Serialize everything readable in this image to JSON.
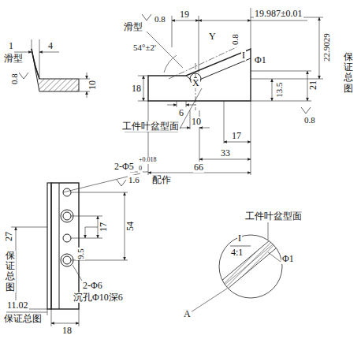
{
  "diagram": {
    "labels": [
      "1",
      "4",
      "滑型",
      "0.8",
      "10",
      "滑型",
      "0.8",
      "54°±2'",
      "19",
      "19.987±0.01",
      "Y",
      "0.8",
      "I",
      "Φ1",
      "22.9029",
      "保证总图",
      "X",
      "18",
      "6",
      "13.5",
      "21",
      "0.8",
      "工件叶盆型面",
      "10",
      "17",
      "33",
      "66",
      "2-Φ5",
      "+0.018",
      "0",
      "1.6",
      "配作",
      "27",
      "保证总图",
      "17",
      "9.5",
      "54",
      "2-Φ6",
      "沉孔Φ10深6",
      "11.02",
      "保证总图",
      "18",
      "工件叶盆型面",
      "I",
      "4:1",
      "Φ1",
      "A"
    ]
  }
}
